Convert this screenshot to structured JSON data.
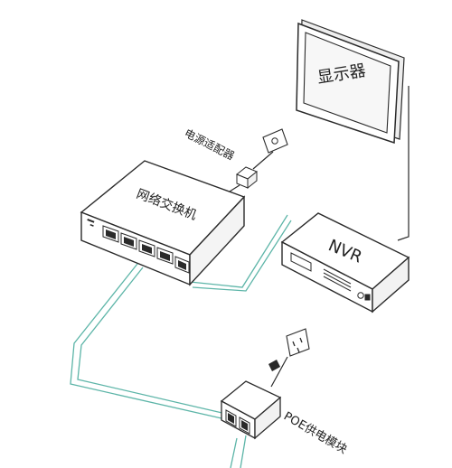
{
  "labels": {
    "monitor": "显示器",
    "power_adapter": "电源适配器",
    "switch": "网络交换机",
    "nvr": "NVR",
    "poe_module": "POE供电模块"
  },
  "colors": {
    "outline": "#2a2a2a",
    "cable": "#5db5a8",
    "screen": "#f7f7f7",
    "device_face": "#ffffff"
  }
}
